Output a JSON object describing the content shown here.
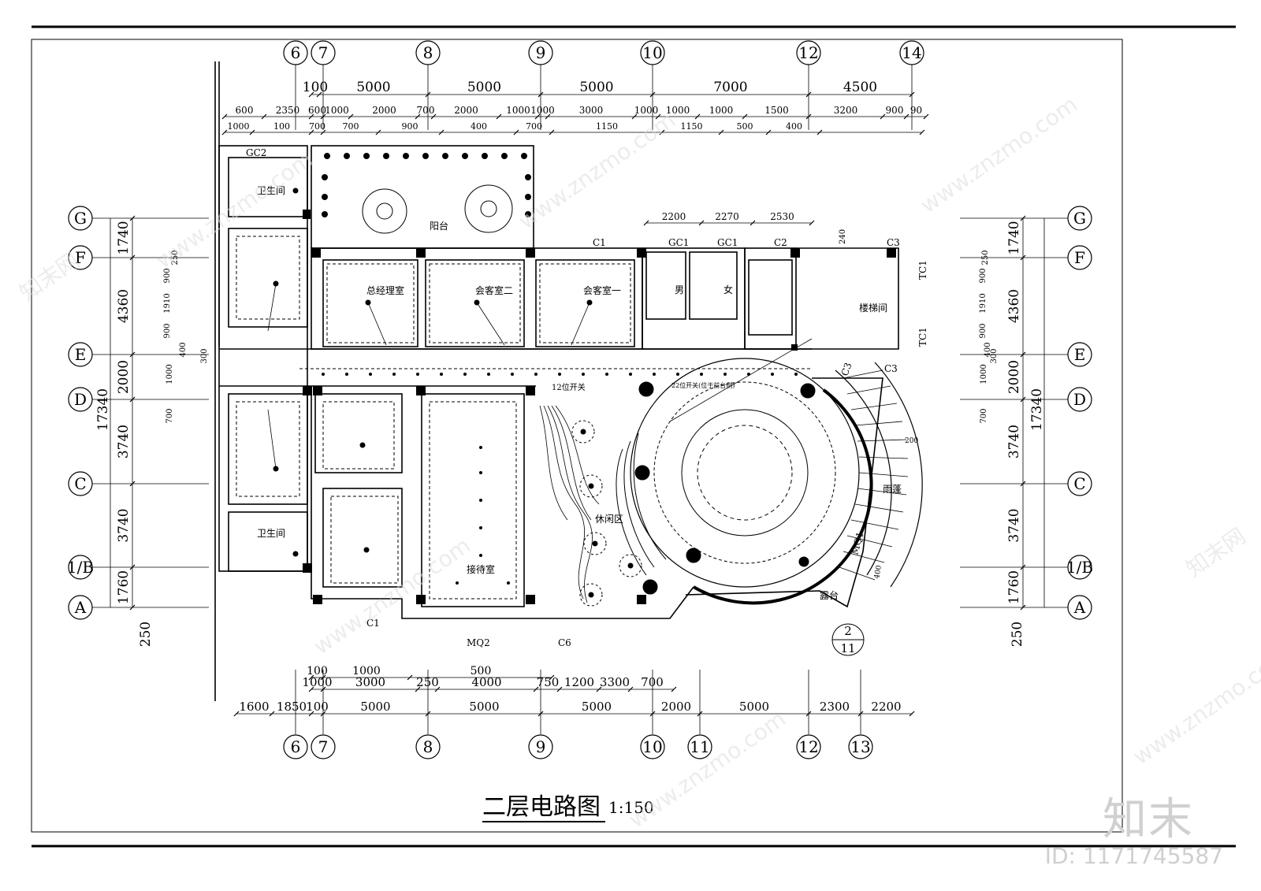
{
  "drawing": {
    "title": "二层电路图",
    "scale": "1:150",
    "detail_ref": {
      "top": "2",
      "bottom": "11"
    }
  },
  "axes_top": [
    "6",
    "7",
    "8",
    "9",
    "10",
    "12",
    "14"
  ],
  "axes_bottom": [
    "6",
    "7",
    "8",
    "9",
    "10",
    "11",
    "12",
    "13"
  ],
  "axes_left": [
    "G",
    "F",
    "E",
    "D",
    "C",
    "1/B",
    "A"
  ],
  "axes_right": [
    "G",
    "F",
    "E",
    "D",
    "C",
    "1/B",
    "A"
  ],
  "dims_top_row1": [
    "100",
    "5000",
    "5000",
    "5000",
    "7000",
    "4500"
  ],
  "dims_top_row2": [
    "600",
    "2350",
    "600",
    "1000",
    "2000",
    "700",
    "2000",
    "1000",
    "1000",
    "3000",
    "1000",
    "1000",
    "1000",
    "1500",
    "3200",
    "900",
    "90"
  ],
  "dims_top_row3": [
    "1000",
    "100",
    "700",
    "700",
    "900",
    "400",
    "700",
    "1150",
    "1150",
    "500",
    "400"
  ],
  "dims_bottom_row1": [
    "100",
    "1000",
    "500"
  ],
  "dims_bottom_row2": [
    "1000",
    "3000",
    "250",
    "4000",
    "750",
    "1200",
    "3300",
    "700"
  ],
  "dims_bottom_row3": [
    "1600",
    "1850",
    "100",
    "5000",
    "5000",
    "5000",
    "2000",
    "5000",
    "2300",
    "2200"
  ],
  "dims_left": [
    "1740",
    "4360",
    "2000",
    "3740",
    "3740",
    "1760",
    "17340",
    "250"
  ],
  "dims_left_inner": [
    "250",
    "900",
    "1910",
    "900",
    "400",
    "300",
    "1000",
    "700"
  ],
  "dims_right": [
    "1740",
    "4360",
    "2000",
    "3740",
    "3740",
    "1760",
    "17340",
    "250"
  ],
  "dims_right_inner": [
    "250",
    "900",
    "1910",
    "900",
    "400",
    "300",
    "1000",
    "700"
  ],
  "dims_mid": [
    "2200",
    "2270",
    "2530",
    "240"
  ],
  "rooms": {
    "wc_top": "卫生间",
    "wc_bottom": "卫生间",
    "balcony": "阳台",
    "gm_office": "总经理室",
    "meeting2": "会客室二",
    "meeting1": "会客室一",
    "male": "男",
    "female": "女",
    "stair": "楼梯间",
    "lounge": "休闲区",
    "reception": "接待室",
    "canopy": "雨蓬",
    "terrace": "露台"
  },
  "labels": {
    "gc2": "GC2",
    "c1_top": "C1",
    "gc1_a": "GC1",
    "gc1_b": "GC1",
    "c2": "C2",
    "c3_top": "C3",
    "c3_mid": "C3",
    "c3_side": "C3",
    "tc1_a": "TC1",
    "tc1_b": "TC1",
    "c1_bottom": "C1",
    "mq2": "MQ2",
    "c6": "C6",
    "mq1": "MQ1",
    "switch12": "12位开关",
    "switch22": "22位开关(位于前台侧)",
    "dim_200": "200",
    "dim_400": "400"
  },
  "watermark": {
    "site": "www.znzmo.com",
    "brand": "知末网",
    "logo": "知末",
    "id": "ID: 1171745587"
  }
}
